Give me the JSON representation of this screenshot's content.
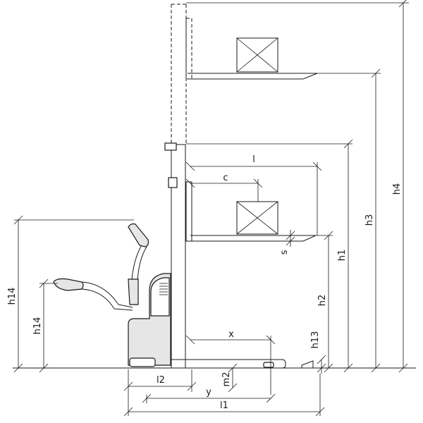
{
  "colors": {
    "line": "#1a1a1a",
    "body_fill": "#e6e6e6",
    "background": "#ffffff"
  },
  "labels": {
    "h4": "h4",
    "h3": "h3",
    "h1": "h1",
    "h2": "h2",
    "h13": "h13",
    "h14_outer": "h14",
    "h14_inner": "h14",
    "l": "l",
    "c": "c",
    "s": "s",
    "x": "x",
    "l2": "l2",
    "m2": "m2",
    "y": "y",
    "l1": "l1"
  }
}
